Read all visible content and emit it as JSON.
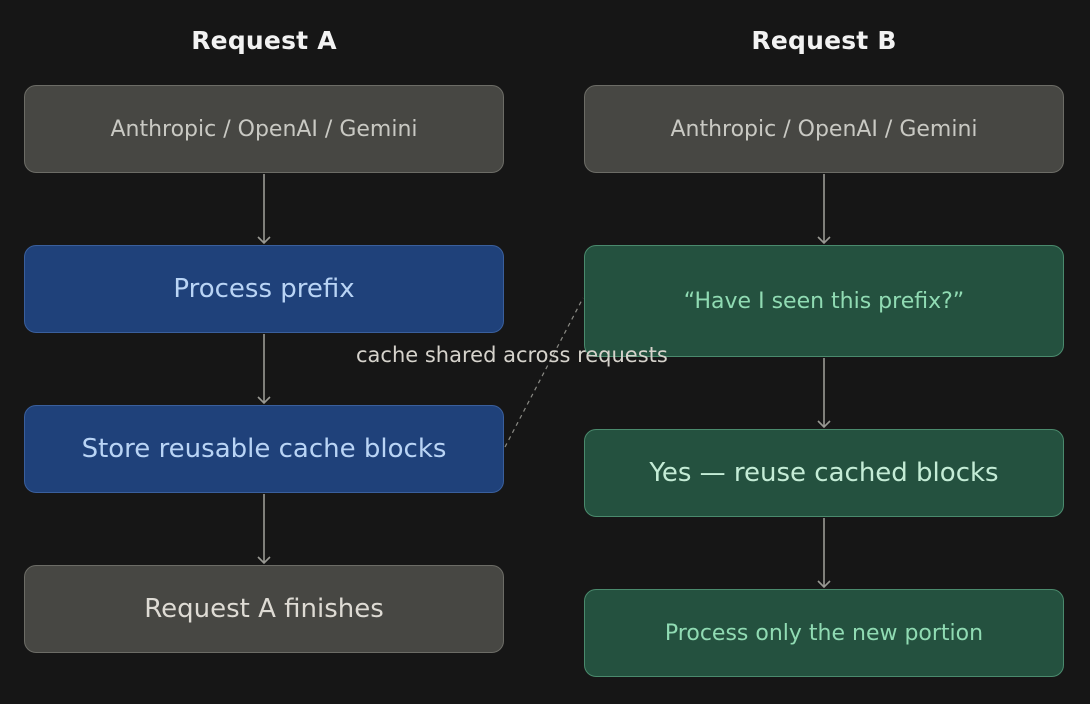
{
  "columns": {
    "a": {
      "title": "Request A",
      "nodes": [
        "Anthropic / OpenAI / Gemini",
        "Process prefix",
        "Store reusable cache blocks",
        "Request A finishes"
      ]
    },
    "b": {
      "title": "Request B",
      "nodes": [
        "Anthropic / OpenAI / Gemini",
        "“Have I seen this prefix?”",
        "Yes — reuse cached blocks",
        "Process only the new portion"
      ]
    }
  },
  "link_label": "cache shared across requests",
  "colors": {
    "background": "#161616",
    "neutral_box": "#474743",
    "blue_box": "#1f417a",
    "green_box": "#24513f",
    "arrow": "#9a9a94"
  }
}
